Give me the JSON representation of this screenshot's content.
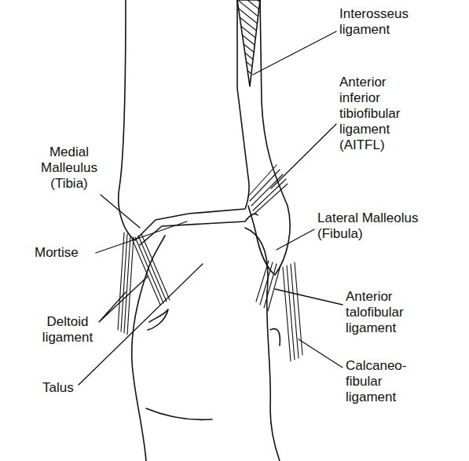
{
  "diagram": {
    "labels": [
      "Interosseus ligament",
      "Anterior inferior tibiofibular ligament (AITFL)",
      "Medial Malleulus (Tibia)",
      "Lateral Malleolus (Fibula)",
      "Mortise",
      "Anterior talofibular ligament",
      "Deltoid ligament",
      "Calcaneo-fibular ligament",
      "Talus"
    ]
  }
}
